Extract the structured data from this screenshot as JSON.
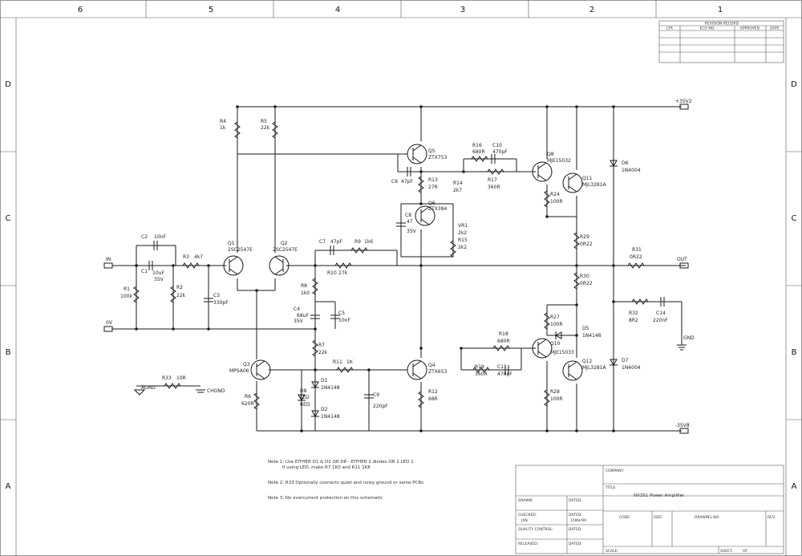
{
  "border": {
    "columns": [
      "6",
      "5",
      "4",
      "3",
      "2",
      "1"
    ],
    "rows": [
      "D",
      "C",
      "B",
      "A"
    ]
  },
  "revision_record": {
    "title": "REVISION RECORD",
    "headers": [
      "LTR",
      "ECO NO.",
      "APPROVED",
      "DATE"
    ]
  },
  "rails": {
    "pos": "+35V2",
    "neg": "-35V8",
    "out": "OUT",
    "gnd": "GND",
    "in": "IN",
    "zero_v": "0V",
    "agnd": "AGND",
    "chgnd": "CHGND"
  },
  "components": {
    "r4": [
      "R4",
      "1k"
    ],
    "r5": [
      "R5",
      "22k"
    ],
    "c2": [
      "C2",
      "10nF"
    ],
    "r3": [
      "R3",
      "4k7"
    ],
    "c1": [
      "C1",
      "10uF",
      "35V"
    ],
    "r1": [
      "R1",
      "100k"
    ],
    "r2": [
      "R2",
      "22k"
    ],
    "c3": [
      "C3",
      "330pF"
    ],
    "q1": [
      "Q1",
      "2SC2547E"
    ],
    "q2": [
      "Q2",
      "2SC2547E"
    ],
    "c7": [
      "C7",
      "47pF"
    ],
    "r9": [
      "R9",
      "1k6"
    ],
    "r10": [
      "R10",
      "27k"
    ],
    "r8": [
      "R8",
      "1k0"
    ],
    "c4": [
      "C4",
      "68uF",
      "35V"
    ],
    "c5": [
      "C5",
      "10nF"
    ],
    "r7": [
      "R7",
      "22k"
    ],
    "r11": [
      "R11",
      "1K"
    ],
    "d1": [
      "D1",
      "1N4148"
    ],
    "d2": [
      "D2",
      "1N4148"
    ],
    "d8": [
      "D8",
      "LED",
      "RED"
    ],
    "c9": [
      "C9",
      "220pF"
    ],
    "q3": [
      "Q3",
      "MPSA06"
    ],
    "r6": [
      "R6",
      "620R"
    ],
    "r33": [
      "R33",
      "10R"
    ],
    "q5": [
      "Q5",
      "ZTX753"
    ],
    "c6": [
      "C6",
      "47pF"
    ],
    "r13": [
      "R13",
      "27R"
    ],
    "r14": [
      "R14",
      "2k7"
    ],
    "q6": [
      "Q6",
      "ZTX384"
    ],
    "c8": [
      "C8",
      "47",
      "35V"
    ],
    "vr1": [
      "VR1",
      "2k2"
    ],
    "r15": [
      "R15",
      "2k2"
    ],
    "r16": [
      "R16",
      "680R"
    ],
    "c10": [
      "C10",
      "470pF"
    ],
    "r17": [
      "R17",
      "360R"
    ],
    "q8": [
      "Q8",
      "MJE15032"
    ],
    "q11": [
      "Q11",
      "MJL3281A"
    ],
    "r24": [
      "R24",
      "100R"
    ],
    "r29": [
      "R29",
      "0R22"
    ],
    "r30": [
      "R30",
      "0R22"
    ],
    "r31": [
      "R31",
      "0R22"
    ],
    "d6": [
      "D6",
      "1N4004"
    ],
    "d7": [
      "D7",
      "1N4004"
    ],
    "r32": [
      "R32",
      "8R2"
    ],
    "c14": [
      "C14",
      "220nF"
    ],
    "r27": [
      "R27",
      "100R"
    ],
    "d5": [
      "D5",
      "1N4148"
    ],
    "r18": [
      "R18",
      "680R"
    ],
    "q10": [
      "Q10",
      "MJE15033"
    ],
    "r19": [
      "R19",
      "360R"
    ],
    "c11": [
      "C11",
      "470pF"
    ],
    "q12": [
      "Q12",
      "MJL3281A"
    ],
    "r28": [
      "R28",
      "100R"
    ],
    "q4": [
      "Q4",
      "ZTX653"
    ],
    "r12": [
      "R12",
      "68R"
    ]
  },
  "notes": [
    "Note 1: Use EITHER D1 & D2 OR D8 - EITHER 2 diodes OR 1 LED 1",
    "If using LED, make R7 1K0 and R11 1K8",
    "Note 2: R33 Optionally connects quiet and noisy ground or same PCBs",
    "Note 3: No overcurrent protection on this schematic"
  ],
  "title_block": {
    "company_label": "COMPANY:",
    "title_label": "TITLE:",
    "title_value": "NX351 Power Amplifier",
    "drawn_label": "DRAWN:",
    "dated_label": "DATED:",
    "checked_label": "CHECKED:",
    "checked_value": "JXN",
    "checked_date": "15Mar99",
    "quality_label": "QUALITY CONTROL:",
    "released_label": "RELEASED:",
    "code_label": "CODE:",
    "size_label": "SIZE:",
    "drawing_no_label": "DRAWING NO:",
    "rev_label": "REV:",
    "scale_label": "SCALE:",
    "sheet_label": "SHEET:",
    "of_label": "OF"
  }
}
